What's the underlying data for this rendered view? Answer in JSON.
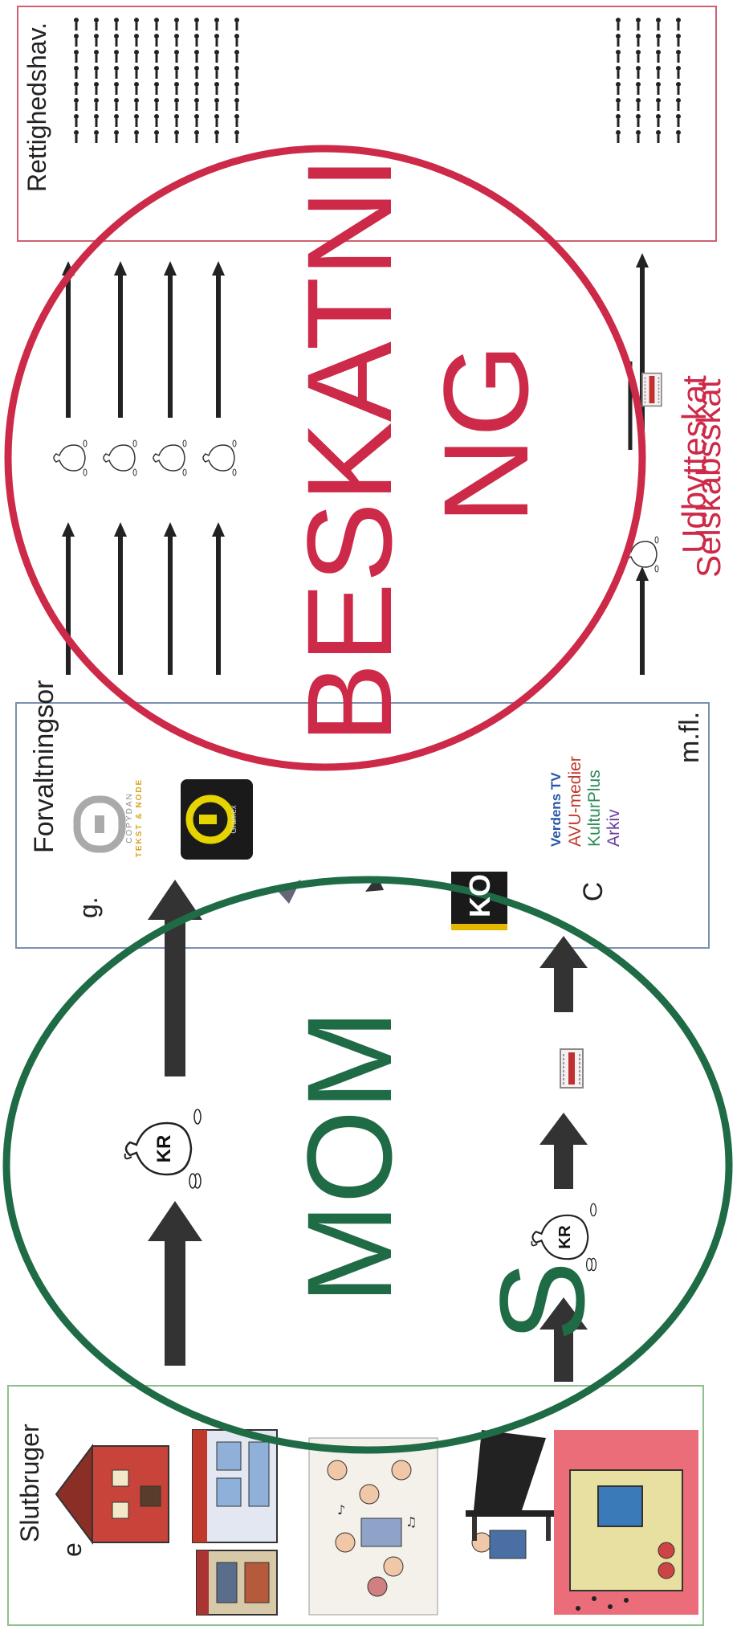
{
  "sections": {
    "end_users": {
      "title_line1": "Slutbruger",
      "title_line2": "e",
      "border_color": "#8fbf8f"
    },
    "management": {
      "title_line1": "Forvaltningsor",
      "title_line2": "g.",
      "border_color": "#7a90b0"
    },
    "rights_holders": {
      "title": "Rettighedshav.",
      "border_color": "#d06070"
    }
  },
  "overlays": {
    "vat": {
      "line1": "MOM",
      "line2": "S",
      "color": "#1f6b46"
    },
    "taxation": {
      "line1": "BESKATNI",
      "line2": "NG",
      "color": "#cc2a48"
    }
  },
  "taxes": {
    "dividend": "Udbytteskat",
    "corporate": "Selskabsskat",
    "color": "#cc2a48"
  },
  "organizations": {
    "copydan_line1": "COPYDAN",
    "copydan_line2": "TEKST & NODE",
    "gramex": "Gramex",
    "koda": "KO",
    "c_label": "C",
    "list": [
      "Verdens TV",
      "AVU-medier",
      "KulturPlus",
      "Arkiv"
    ],
    "list_colors": [
      "#2a56a6",
      "#c0392b",
      "#2e8b57",
      "#6a3d9a"
    ],
    "more": "m.fl."
  },
  "icons": [
    "money-bag-kr-icon",
    "arrow-icon",
    "forvaltningsorganisation-stamp-icon",
    "rights-holder-figures-icon",
    "end-user-pictograms"
  ],
  "money_bag_label": "KR"
}
